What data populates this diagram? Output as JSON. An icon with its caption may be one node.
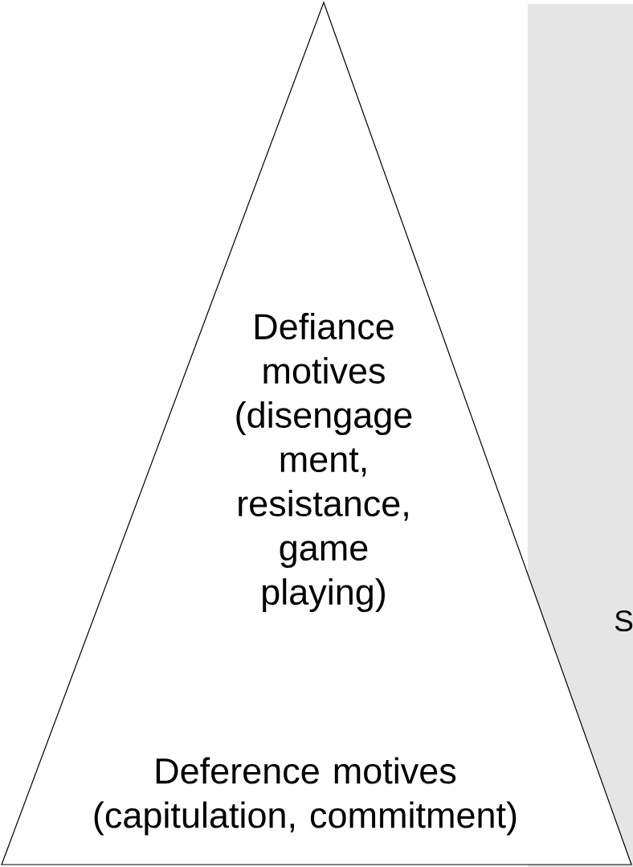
{
  "diagram": {
    "nodes": [
      {
        "text": [
          "Defiance motives (disengage ment, resistance, game playing)",
          "Deference motives (capitulation, commitment)"
        ]
      },
      {
        "text": [
          "S"
        ]
      }
    ]
  }
}
